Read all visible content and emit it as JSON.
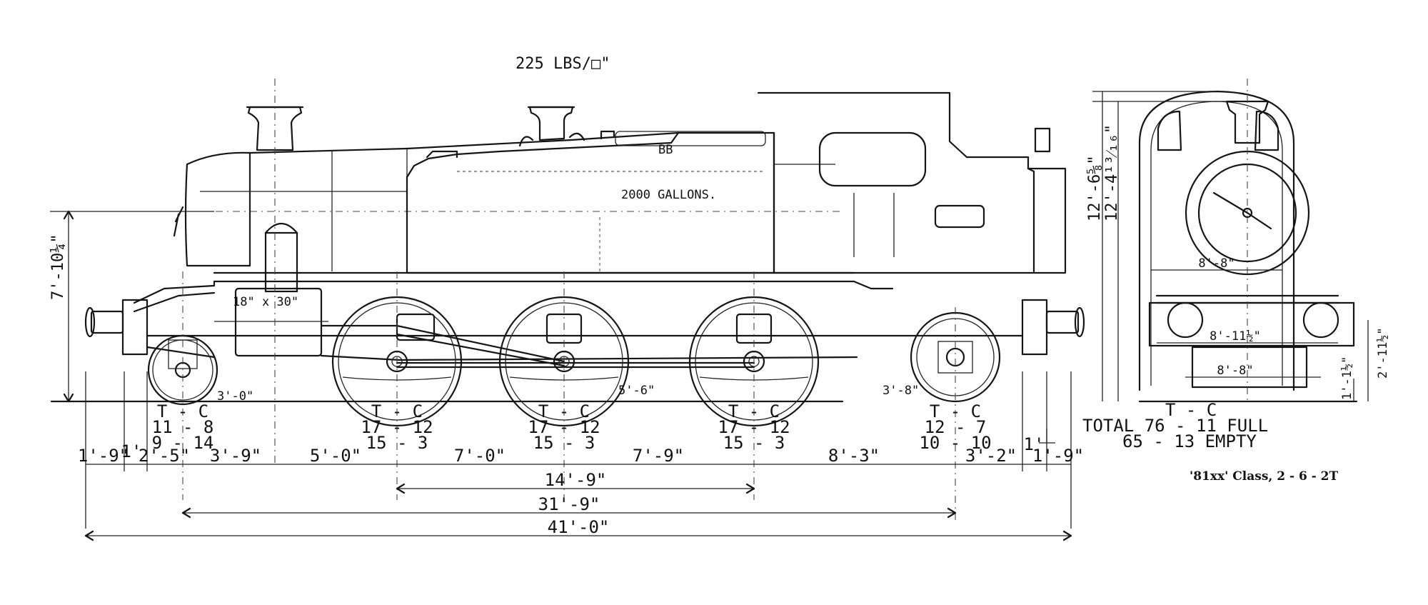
{
  "caption": "'81xx' Class, 2 - 6 - 2T",
  "labels": {
    "pressure": "225 LBS/□\"",
    "tank_capacity": "2000 GALLONS.",
    "bunker_mark": "BB",
    "cylinders": "18\" x 30\"",
    "height_boiler_centre": "7'-10¼\"",
    "height_overall_1": "12'-6⅝\"",
    "height_overall_2": "12'-4¹³⁄₁₆\"",
    "width_cab": "8'-8\"",
    "width_footplate": "8'-11½\"",
    "width_buffer": "8'-8\"",
    "height_buffer": "2'-11½\"",
    "height_small": "1'-1½\"",
    "wheel_lead": "3'-0\"",
    "wheel_coupled": "5'-6\"",
    "wheel_trail": "3'-8\""
  },
  "axle_weights": [
    {
      "header": "T - C",
      "full": "11 - 8",
      "empty": "9 - 14"
    },
    {
      "header": "T - C",
      "full": "17 - 12",
      "empty": "15 - 3"
    },
    {
      "header": "T - C",
      "full": "17 - 12",
      "empty": "15 - 3"
    },
    {
      "header": "T - C",
      "full": "17 - 12",
      "empty": "15 - 3"
    },
    {
      "header": "T - C",
      "full": "12 - 7",
      "empty": "10 - 10"
    }
  ],
  "total_weight": {
    "header": "T - C",
    "full_label": "TOTAL 76 - 11  FULL",
    "empty_label": "65 - 13  EMPTY"
  },
  "dimensions": {
    "row1": [
      "1'-9\"",
      "1'",
      "2'-5\"",
      "3'-9\"",
      "5'-0\"",
      "7'-0\"",
      "7'-9\"",
      "8'-3\"",
      "3'-2\"",
      "1'",
      "1'-9\""
    ],
    "coupled_wheelbase": "14'-9\"",
    "total_wheelbase": "31'-9\"",
    "overall_length": "41'-0\""
  }
}
